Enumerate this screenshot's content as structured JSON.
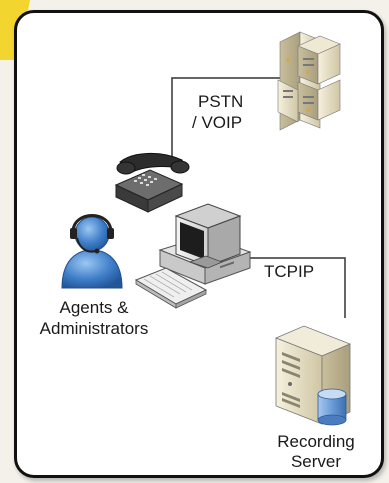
{
  "labels": {
    "pstn_line1": "PSTN",
    "pstn_line2": "/ VOIP",
    "tcpip": "TCPIP",
    "agents_line1": "Agents &",
    "agents_line2": "Administrators",
    "recording_line1": "Recording",
    "recording_line2": "Server"
  },
  "icons": [
    "server-rack-icon",
    "telephone-icon",
    "agent-headset-icon",
    "desktop-computer-icon",
    "keyboard-icon",
    "recording-server-icon",
    "database-icon"
  ],
  "colors": {
    "frame": "#111111",
    "accent_yellow": "#f2d21b",
    "agent_blue": "#3f7fc9",
    "server_beige": "#e9e2c8",
    "connector": "#333333"
  }
}
